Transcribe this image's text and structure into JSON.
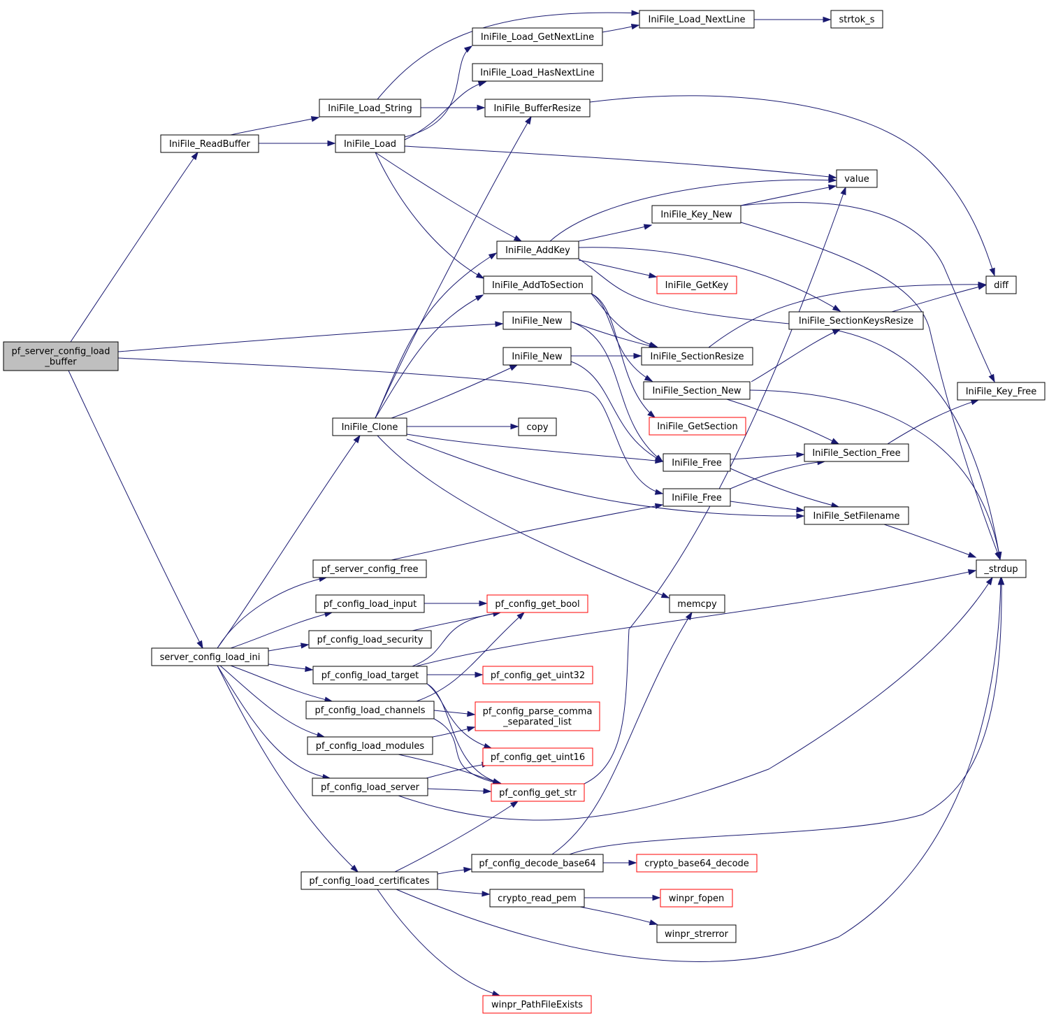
{
  "nodes": [
    {
      "id": "root",
      "lines": [
        "pf_server_config_load",
        "_buffer"
      ],
      "root": true
    },
    {
      "id": "readbuffer",
      "lines": [
        "IniFile_ReadBuffer"
      ]
    },
    {
      "id": "loadstring",
      "lines": [
        "IniFile_Load_String"
      ]
    },
    {
      "id": "load",
      "lines": [
        "IniFile_Load"
      ]
    },
    {
      "id": "getnextline",
      "lines": [
        "IniFile_Load_GetNextLine"
      ]
    },
    {
      "id": "nextline",
      "lines": [
        "IniFile_Load_NextLine"
      ]
    },
    {
      "id": "strtok",
      "lines": [
        "strtok_s"
      ]
    },
    {
      "id": "hasnextline",
      "lines": [
        "IniFile_Load_HasNextLine"
      ]
    },
    {
      "id": "bufferresize",
      "lines": [
        "IniFile_BufferResize"
      ]
    },
    {
      "id": "value",
      "lines": [
        "value"
      ]
    },
    {
      "id": "keynew",
      "lines": [
        "IniFile_Key_New"
      ]
    },
    {
      "id": "addkey",
      "lines": [
        "IniFile_AddKey"
      ]
    },
    {
      "id": "addtosection",
      "lines": [
        "IniFile_AddToSection"
      ]
    },
    {
      "id": "getkey",
      "lines": [
        "IniFile_GetKey"
      ],
      "red": true
    },
    {
      "id": "diff",
      "lines": [
        "diff"
      ]
    },
    {
      "id": "sectionkeysresize",
      "lines": [
        "IniFile_SectionKeysResize"
      ]
    },
    {
      "id": "new1",
      "lines": [
        "IniFile_New"
      ]
    },
    {
      "id": "new2",
      "lines": [
        "IniFile_New"
      ]
    },
    {
      "id": "sectionresize",
      "lines": [
        "IniFile_SectionResize"
      ]
    },
    {
      "id": "sectionnew",
      "lines": [
        "IniFile_Section_New"
      ]
    },
    {
      "id": "keyfree",
      "lines": [
        "IniFile_Key_Free"
      ]
    },
    {
      "id": "getsection",
      "lines": [
        "IniFile_GetSection"
      ],
      "red": true
    },
    {
      "id": "clone",
      "lines": [
        "IniFile_Clone"
      ]
    },
    {
      "id": "copy",
      "lines": [
        "copy"
      ]
    },
    {
      "id": "free1",
      "lines": [
        "IniFile_Free"
      ]
    },
    {
      "id": "sectionfree",
      "lines": [
        "IniFile_Section_Free"
      ]
    },
    {
      "id": "free2",
      "lines": [
        "IniFile_Free"
      ]
    },
    {
      "id": "setfilename",
      "lines": [
        "IniFile_SetFilename"
      ]
    },
    {
      "id": "strdup",
      "lines": [
        "_strdup"
      ]
    },
    {
      "id": "serverfree",
      "lines": [
        "pf_server_config_free"
      ]
    },
    {
      "id": "memcpy",
      "lines": [
        "memcpy"
      ]
    },
    {
      "id": "loadinput",
      "lines": [
        "pf_config_load_input"
      ]
    },
    {
      "id": "getbool",
      "lines": [
        "pf_config_get_bool"
      ],
      "red": true
    },
    {
      "id": "loadsecurity",
      "lines": [
        "pf_config_load_security"
      ]
    },
    {
      "id": "loadini",
      "lines": [
        "server_config_load_ini"
      ]
    },
    {
      "id": "loadtarget",
      "lines": [
        "pf_config_load_target"
      ]
    },
    {
      "id": "getuint32",
      "lines": [
        "pf_config_get_uint32"
      ],
      "red": true
    },
    {
      "id": "loadchannels",
      "lines": [
        "pf_config_load_channels"
      ]
    },
    {
      "id": "parsecomma",
      "lines": [
        "pf_config_parse_comma",
        "_separated_list"
      ],
      "red": true
    },
    {
      "id": "loadmodules",
      "lines": [
        "pf_config_load_modules"
      ]
    },
    {
      "id": "getuint16",
      "lines": [
        "pf_config_get_uint16"
      ],
      "red": true
    },
    {
      "id": "loadserver",
      "lines": [
        "pf_config_load_server"
      ]
    },
    {
      "id": "getstr",
      "lines": [
        "pf_config_get_str"
      ],
      "red": true
    },
    {
      "id": "decodebase64",
      "lines": [
        "pf_config_decode_base64"
      ]
    },
    {
      "id": "cryptobase64",
      "lines": [
        "crypto_base64_decode"
      ],
      "red": true
    },
    {
      "id": "loadcerts",
      "lines": [
        "pf_config_load_certificates"
      ]
    },
    {
      "id": "readpem",
      "lines": [
        "crypto_read_pem"
      ]
    },
    {
      "id": "fopen",
      "lines": [
        "winpr_fopen"
      ],
      "red": true
    },
    {
      "id": "strerror",
      "lines": [
        "winpr_strerror"
      ]
    },
    {
      "id": "pathexists",
      "lines": [
        "winpr_PathFileExists"
      ],
      "red": true
    }
  ],
  "edges": [
    {
      "from": "root",
      "to": "readbuffer"
    },
    {
      "from": "root",
      "to": "new1"
    },
    {
      "from": "root",
      "to": "free2"
    },
    {
      "from": "root",
      "to": "loadini"
    },
    {
      "from": "readbuffer",
      "to": "loadstring"
    },
    {
      "from": "readbuffer",
      "to": "load"
    },
    {
      "from": "loadstring",
      "to": "nextline"
    },
    {
      "from": "loadstring",
      "to": "bufferresize"
    },
    {
      "from": "load",
      "to": "getnextline"
    },
    {
      "from": "load",
      "to": "hasnextline"
    },
    {
      "from": "load",
      "to": "value"
    },
    {
      "from": "load",
      "to": "addkey"
    },
    {
      "from": "load",
      "to": "addtosection"
    },
    {
      "from": "getnextline",
      "to": "nextline"
    },
    {
      "from": "nextline",
      "to": "strtok"
    },
    {
      "from": "bufferresize",
      "to": "diff"
    },
    {
      "from": "addkey",
      "to": "value"
    },
    {
      "from": "addkey",
      "to": "keynew"
    },
    {
      "from": "addkey",
      "to": "getkey"
    },
    {
      "from": "addkey",
      "to": "sectionkeysresize"
    },
    {
      "from": "addkey",
      "to": "strdup"
    },
    {
      "from": "keynew",
      "to": "value"
    },
    {
      "from": "keynew",
      "to": "keyfree"
    },
    {
      "from": "keynew",
      "to": "strdup"
    },
    {
      "from": "addtosection",
      "to": "sectionresize"
    },
    {
      "from": "addtosection",
      "to": "sectionnew"
    },
    {
      "from": "addtosection",
      "to": "getsection"
    },
    {
      "from": "sectionkeysresize",
      "to": "diff"
    },
    {
      "from": "sectionresize",
      "to": "diff"
    },
    {
      "from": "sectionnew",
      "to": "sectionkeysresize"
    },
    {
      "from": "sectionnew",
      "to": "sectionfree"
    },
    {
      "from": "sectionnew",
      "to": "strdup"
    },
    {
      "from": "new1",
      "to": "sectionresize"
    },
    {
      "from": "new1",
      "to": "free1"
    },
    {
      "from": "new2",
      "to": "sectionresize"
    },
    {
      "from": "new2",
      "to": "free1"
    },
    {
      "from": "clone",
      "to": "bufferresize"
    },
    {
      "from": "clone",
      "to": "addkey"
    },
    {
      "from": "clone",
      "to": "addtosection"
    },
    {
      "from": "clone",
      "to": "new2"
    },
    {
      "from": "clone",
      "to": "copy"
    },
    {
      "from": "clone",
      "to": "free1"
    },
    {
      "from": "clone",
      "to": "setfilename"
    },
    {
      "from": "clone",
      "to": "memcpy"
    },
    {
      "from": "free1",
      "to": "sectionfree"
    },
    {
      "from": "free1",
      "to": "setfilename"
    },
    {
      "from": "free2",
      "to": "sectionfree"
    },
    {
      "from": "free2",
      "to": "setfilename"
    },
    {
      "from": "sectionfree",
      "to": "keyfree"
    },
    {
      "from": "setfilename",
      "to": "strdup"
    },
    {
      "from": "loadini",
      "to": "clone"
    },
    {
      "from": "loadini",
      "to": "serverfree"
    },
    {
      "from": "loadini",
      "to": "loadinput"
    },
    {
      "from": "loadini",
      "to": "loadsecurity"
    },
    {
      "from": "loadini",
      "to": "loadtarget"
    },
    {
      "from": "loadini",
      "to": "loadchannels"
    },
    {
      "from": "loadini",
      "to": "loadmodules"
    },
    {
      "from": "loadini",
      "to": "loadserver"
    },
    {
      "from": "loadini",
      "to": "loadcerts"
    },
    {
      "from": "serverfree",
      "to": "free2"
    },
    {
      "from": "loadinput",
      "to": "getbool"
    },
    {
      "from": "loadsecurity",
      "to": "getbool"
    },
    {
      "from": "loadtarget",
      "to": "getbool"
    },
    {
      "from": "loadtarget",
      "to": "getuint32"
    },
    {
      "from": "loadtarget",
      "to": "getuint16"
    },
    {
      "from": "loadtarget",
      "to": "getstr"
    },
    {
      "from": "loadtarget",
      "to": "strdup"
    },
    {
      "from": "loadchannels",
      "to": "getbool"
    },
    {
      "from": "loadchannels",
      "to": "parsecomma"
    },
    {
      "from": "loadchannels",
      "to": "getstr"
    },
    {
      "from": "loadmodules",
      "to": "parsecomma"
    },
    {
      "from": "loadmodules",
      "to": "getstr"
    },
    {
      "from": "loadserver",
      "to": "getuint16"
    },
    {
      "from": "loadserver",
      "to": "getstr"
    },
    {
      "from": "loadserver",
      "to": "strdup"
    },
    {
      "from": "getstr",
      "to": "value"
    },
    {
      "from": "loadcerts",
      "to": "getstr"
    },
    {
      "from": "loadcerts",
      "to": "decodebase64"
    },
    {
      "from": "loadcerts",
      "to": "readpem"
    },
    {
      "from": "loadcerts",
      "to": "pathexists"
    },
    {
      "from": "loadcerts",
      "to": "strdup"
    },
    {
      "from": "decodebase64",
      "to": "memcpy"
    },
    {
      "from": "decodebase64",
      "to": "cryptobase64"
    },
    {
      "from": "decodebase64",
      "to": "strdup"
    },
    {
      "from": "readpem",
      "to": "fopen"
    },
    {
      "from": "readpem",
      "to": "strerror"
    }
  ]
}
